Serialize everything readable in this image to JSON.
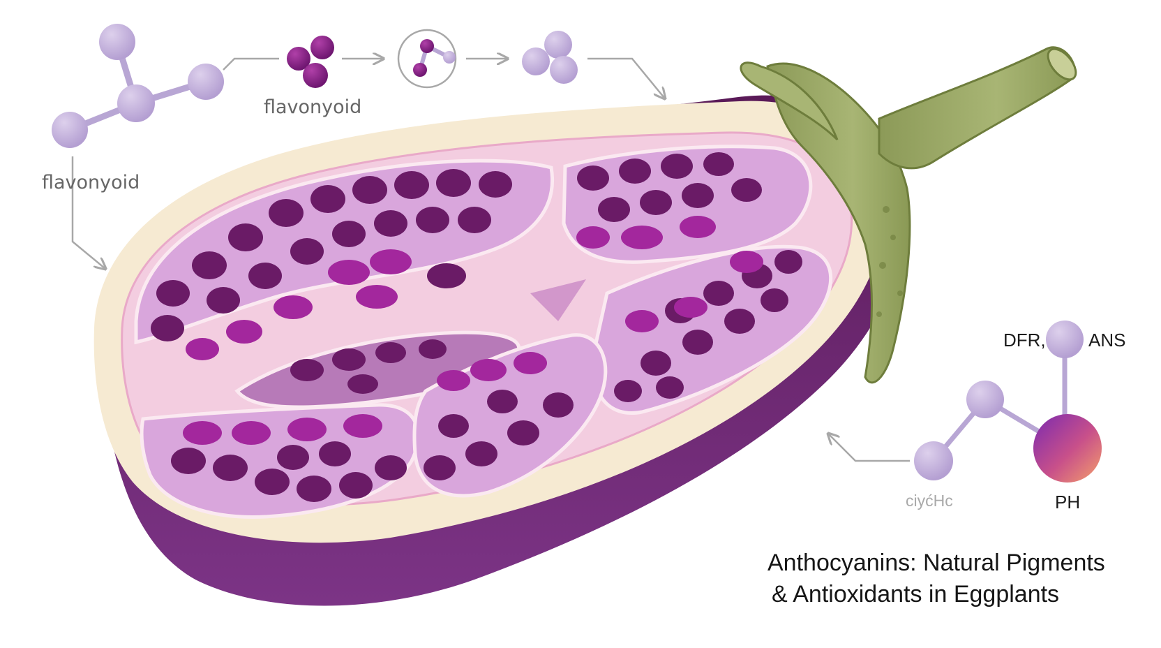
{
  "labels": {
    "flavonoid_top": "flavonyoid",
    "flavonoid_left": "flavonyoid",
    "enzymes": "DFR,",
    "enzymes_right": "ANS",
    "ph": "PH",
    "faint": "ciyćHc"
  },
  "title": {
    "line1": "Anthocyanins: Natural Pigments",
    "line2": "& Antioxidants in Eggplants"
  },
  "colors": {
    "skin_dark": "#4a1542",
    "skin_mid": "#6e2a7a",
    "skin_light": "#8a3a92",
    "flesh_cream": "#f6ead2",
    "flesh_pink": "#f2c4dc",
    "cell_lilac": "#d7a2db",
    "seed_dark": "#6a1b66",
    "seed_magenta": "#a3279d",
    "stem_green": "#9aa864",
    "molecule_lilac": "#bfa9d8",
    "molecule_purple": "#7a1f78",
    "arrow_gray": "#a8a8a8"
  }
}
